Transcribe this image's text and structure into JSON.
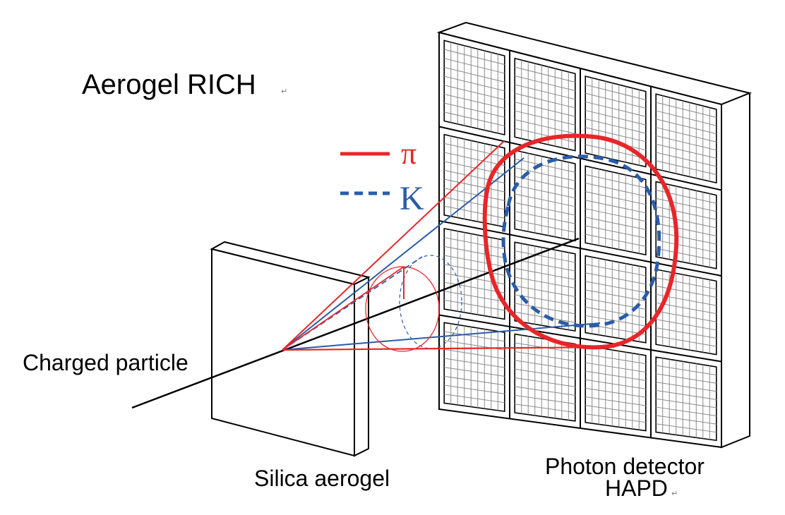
{
  "title": "Aerogel RICH",
  "legend": {
    "pion": {
      "label": "π",
      "color": "#e8262a",
      "style": "solid"
    },
    "kaon": {
      "label": "K",
      "color": "#2a5ca8",
      "style": "dashed"
    }
  },
  "labels": {
    "particle": "Charged particle",
    "radiator": "Silica aerogel",
    "detector_line1": "Photon detector",
    "detector_line2": "HAPD"
  },
  "detector_grid": {
    "rows": 4,
    "cols": 4
  },
  "colors": {
    "pion": "#e8262a",
    "kaon": "#2a5ca8",
    "outline": "#000000",
    "module_grid": "#8a8a8a"
  }
}
